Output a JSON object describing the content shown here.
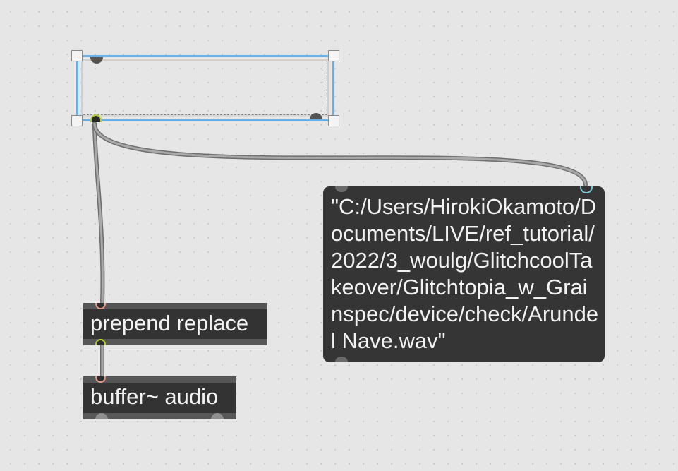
{
  "patcher": {
    "background_color": "#e6e6e6",
    "selection_color": "#6aaee6"
  },
  "objects": {
    "dropfile": {
      "selected": true
    },
    "message": {
      "text": "\"C:/Users/HirokiOkamoto/Documents/LIVE/ref_tutorial/2022/3_woulg/GlitchcoolTakeover/Glitchtopia_w_Grainspec/device/check/Arundel Nave.wav\""
    },
    "prepend": {
      "text": "prepend replace"
    },
    "buffer": {
      "text": "buffer~ audio"
    }
  },
  "connections": [
    {
      "from": "dropfile",
      "to": "prepend"
    },
    {
      "from": "dropfile",
      "to": "message"
    },
    {
      "from": "prepend",
      "to": "buffer"
    }
  ]
}
